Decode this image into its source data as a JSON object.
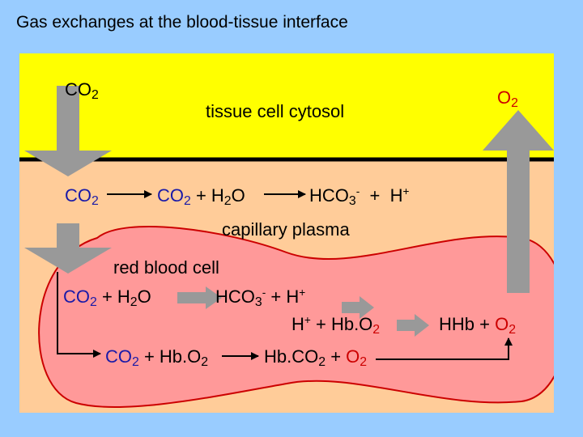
{
  "title": "Gas exchanges at the blood-tissue interface",
  "colors": {
    "background": "#99ccff",
    "cytosol": "#ffff00",
    "plasma": "#ffcc99",
    "red_cell": "#ff9999",
    "arrow_gray": "#999999",
    "co2_blue": "#1a1aa8",
    "o2_red": "#cc0000"
  },
  "regions": {
    "cytosol": "tissue cell cytosol",
    "plasma": "capillary plasma",
    "red_cell": "red blood cell"
  },
  "chem": {
    "co": "CO",
    "o": "O",
    "two": "2",
    "three": "3",
    "h": "H",
    "h2o_plus": "+ H",
    "hco": "HCO",
    "plus": "+",
    "minus": "-",
    "hbo": "Hb.O",
    "plus_hbo": "+ Hb.O",
    "hbco": "Hb.CO",
    "hhb_plus": "HHb +"
  }
}
